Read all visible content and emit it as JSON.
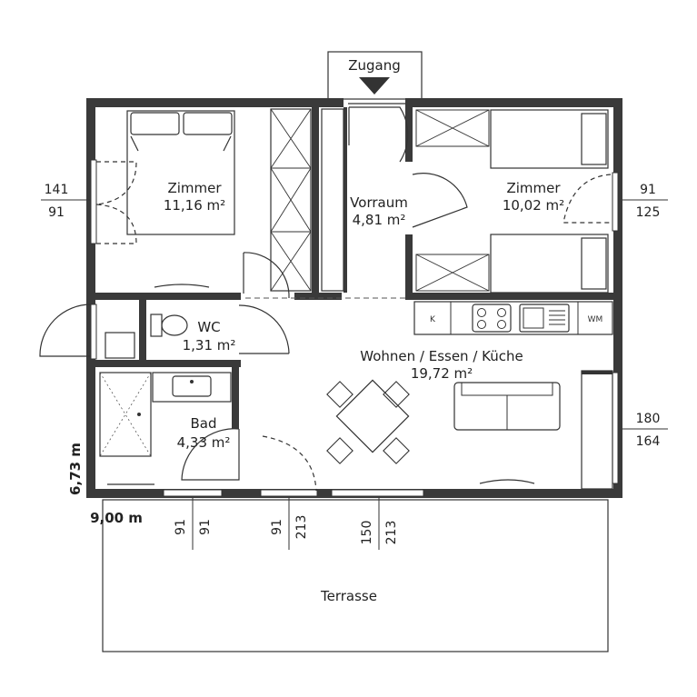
{
  "entrance": {
    "label": "Zugang"
  },
  "rooms": {
    "zimmer_left": {
      "name": "Zimmer",
      "area": "11,16 m²"
    },
    "vorraum": {
      "name": "Vorraum",
      "area": "4,81 m²"
    },
    "zimmer_right": {
      "name": "Zimmer",
      "area": "10,02 m²"
    },
    "wc": {
      "name": "WC",
      "area": "1,31 m²"
    },
    "wohnen": {
      "name": "Wohnen / Essen / Küche",
      "area": "19,72 m²"
    },
    "bad": {
      "name": "Bad",
      "area": "4,33 m²"
    },
    "terrasse": {
      "name": "Terrasse"
    }
  },
  "windows": {
    "left_bedroom": {
      "width": "141",
      "height": "91"
    },
    "right_bedroom": {
      "width": "91",
      "height": "125"
    },
    "living_right": {
      "width": "180",
      "height": "164"
    },
    "bath_bottom": {
      "width": "91",
      "height": "91"
    },
    "door_bottom": {
      "width": "91",
      "height": "213"
    },
    "door_terrace": {
      "width": "150",
      "height": "213"
    }
  },
  "appliances": {
    "k": "K",
    "wm": "WM"
  },
  "dimensions": {
    "depth": "6,73 m",
    "width": "9,00 m"
  }
}
